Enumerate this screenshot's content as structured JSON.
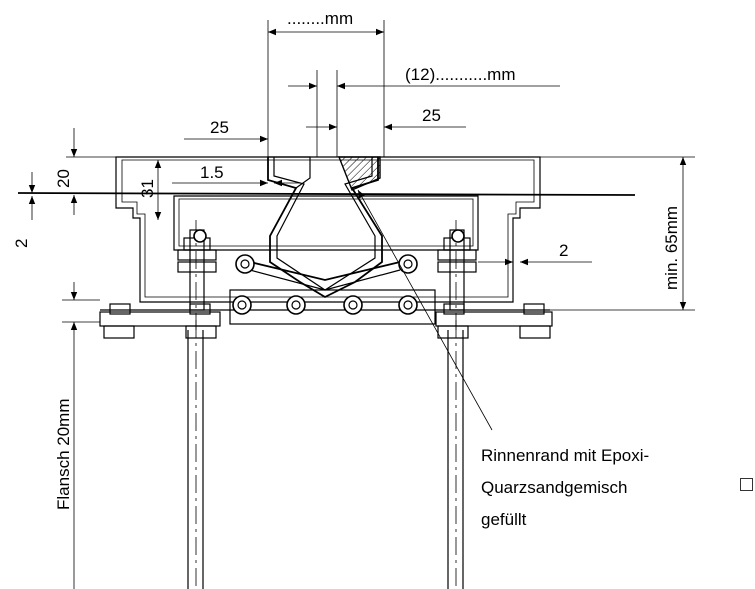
{
  "dimensions": {
    "top_width": "........mm",
    "gap_width": "(12)...........mm",
    "left_25": "25",
    "right_25": "25",
    "d20": "20",
    "d31": "31",
    "d1_5": "1.5",
    "d2_left": "2",
    "d2_right": "2",
    "min_height": "min. 65mm",
    "flange": "Flansch  20mm"
  },
  "annotation": {
    "line1": "Rinnenrand mit Epoxi-",
    "line2": "Quarzsandgemisch",
    "line3": "gefüllt"
  }
}
